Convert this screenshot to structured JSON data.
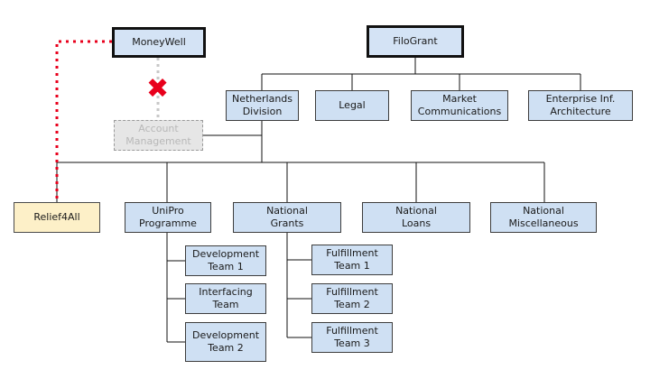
{
  "colors": {
    "box_fill": "#cfe0f3",
    "top_fill": "#d4e3f5",
    "ghost_fill": "#e6e6e6",
    "highlight_fill": "#fdf0c8",
    "link_red": "#e8001c",
    "line": "#111111"
  },
  "nodes": {
    "moneywell": "MoneyWell",
    "filogrant": "FiloGrant",
    "netherlands_division": "Netherlands\nDivision",
    "legal": "Legal",
    "market_communications": "Market\nCommunications",
    "enterprise_architecture": "Enterprise Inf.\nArchitecture",
    "account_management": "Account\nManagement",
    "relief4all": "Relief4All",
    "unipro": "UniPro\nProgramme",
    "national_grants": "National\nGrants",
    "national_loans": "National\nLoans",
    "national_misc": "National\nMiscellaneous",
    "dev_team_1": "Development\nTeam 1",
    "interfacing_team": "Interfacing\nTeam",
    "dev_team_2": "Development\nTeam 2",
    "fulfillment_1": "Fulfillment\nTeam 1",
    "fulfillment_2": "Fulfillment\nTeam 2",
    "fulfillment_3": "Fulfillment\nTeam 3"
  },
  "removed_link_icon": "cross-icon"
}
